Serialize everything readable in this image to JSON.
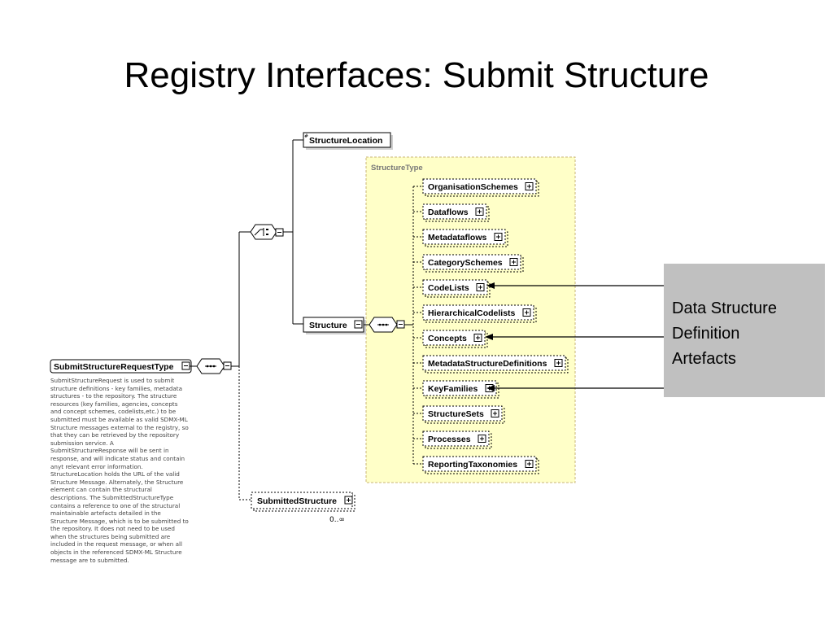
{
  "title": "Registry Interfaces: Submit Structure",
  "diagram": {
    "root": "SubmitStructureRequestType",
    "structure_location": "StructureLocation",
    "structure": "Structure",
    "submitted_structure": "SubmittedStructure",
    "submitted_multiplicity": "0..∞",
    "structure_type_label": "StructureType",
    "children": [
      "OrganisationSchemes",
      "Dataflows",
      "Metadataflows",
      "CategorySchemes",
      "CodeLists",
      "HierarchicalCodelists",
      "Concepts",
      "MetadataStructureDefinitions",
      "KeyFamilies",
      "StructureSets",
      "Processes",
      "ReportingTaxonomies"
    ],
    "documentation": "SubmitStructureRequest is used to submit structure definitions - key families, metadata structures - to the repository. The structure resources (key families, agencies, concepts and concept schemes, codelists,etc.) to be submitted must be available as valid SDMX-ML Structure messages external to the registry, so that they can be retrieved by the repository submission service. A SubmitStructureResponse will be sent in response, and will indicate status and contain anyt relevant error information. StructureLocation holds the URL of the valid Structure Message. Alternately, the Structure element can contain the structural descriptions. The SubmittedStructureType contains a reference to one of the structural maintainable artefacts detailed in the Structure Message, which is to be submitted to the repository. It does not need to be used when the structures being submitted are included in the request message, or when all objects in the referenced SDMX-ML Structure message are to submitted."
  },
  "callout": {
    "lines": [
      "Data Structure",
      "Definition",
      "Artefacts"
    ]
  },
  "colors": {
    "structure_type_fill": "#ffffc8",
    "structure_type_border": "#c8b478",
    "callout_fill": "#c0c0c0"
  }
}
